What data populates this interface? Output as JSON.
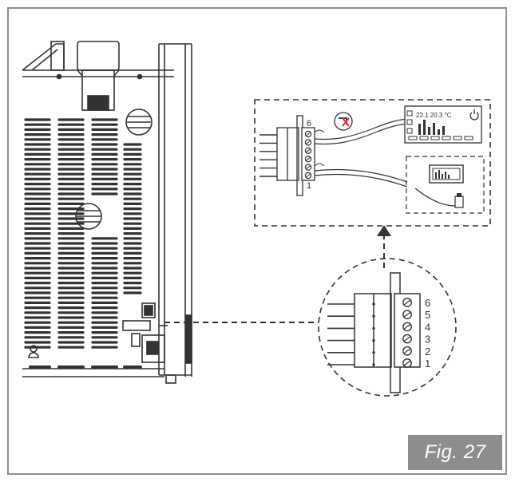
{
  "figure": {
    "label": "Fig. 27"
  },
  "terminal_block": {
    "pin_labels": [
      "6",
      "5",
      "4",
      "3",
      "2",
      "1"
    ],
    "top_label": "6",
    "bottom_label": "1"
  },
  "thermostat_display": {
    "readout": "22.1 20.3 °C"
  },
  "colors": {
    "line": "#333333",
    "frame": "#8f8f8f",
    "badge": "#8d8d8d",
    "badge_text": "#ffffff"
  }
}
